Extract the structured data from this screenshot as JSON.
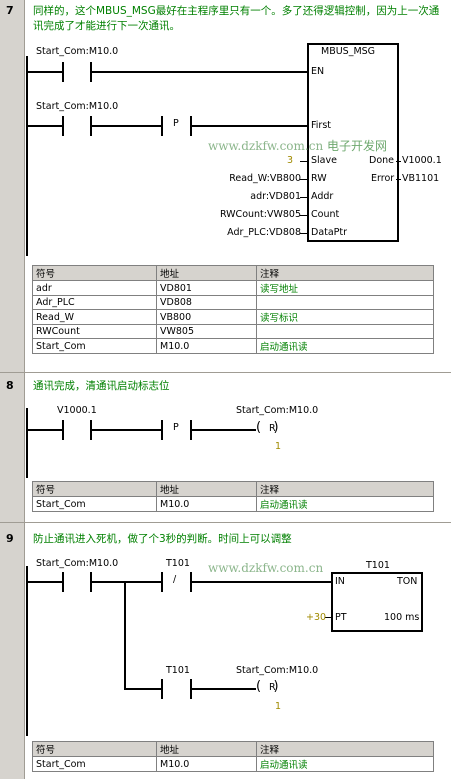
{
  "watermark": {
    "site": "www.dzkfw.com.cn",
    "brand": "电子开发网",
    "site2": "www.dzkfw.com.cn"
  },
  "table_header": {
    "symbol": "符号",
    "address": "地址",
    "comment": "注释"
  },
  "network7": {
    "number": "7",
    "comment": "同样的，这个MBUS_MSG最好在主程序里只有一个。多了还得逻辑控制，因为上一次通讯完成了才能进行下一次通讯。",
    "contact1": "Start_Com:M10.0",
    "contact2": "Start_Com:M10.0",
    "p_label": "P",
    "block": {
      "title": "MBUS_MSG",
      "en": "EN",
      "first": "First",
      "slave": "Slave",
      "rw": "RW",
      "addr": "Addr",
      "count": "Count",
      "dataptr": "DataPtr",
      "done": "Done",
      "error": "Error",
      "slave_val": "3",
      "rw_val": "Read_W:VB800",
      "addr_val": "adr:VD801",
      "count_val": "RWCount:VW805",
      "dataptr_val": "Adr_PLC:VD808",
      "done_val": "V1000.1",
      "error_val": "VB1101"
    },
    "symbols": [
      {
        "symbol": "adr",
        "address": "VD801",
        "comment": "读写地址"
      },
      {
        "symbol": "Adr_PLC",
        "address": "VD808",
        "comment": ""
      },
      {
        "symbol": "Read_W",
        "address": "VB800",
        "comment": "读写标识"
      },
      {
        "symbol": "RWCount",
        "address": "VW805",
        "comment": ""
      },
      {
        "symbol": "Start_Com",
        "address": "M10.0",
        "comment": "启动通讯读"
      }
    ]
  },
  "network8": {
    "number": "8",
    "comment": "通讯完成，清通讯启动标志位",
    "contact": "V1000.1",
    "p_label": "P",
    "coil": "Start_Com:M10.0",
    "coil_type": "R",
    "coil_count": "1",
    "symbols": [
      {
        "symbol": "Start_Com",
        "address": "M10.0",
        "comment": "启动通讯读"
      }
    ]
  },
  "network9": {
    "number": "9",
    "comment": "防止通讯进入死机，做了个3秒的判断。时间上可以调整",
    "contact1": "Start_Com:M10.0",
    "contact2": "T101",
    "contact2_type": "/",
    "timer_name": "T101",
    "timer": {
      "in": "IN",
      "type": "TON",
      "pt": "PT",
      "pt_val": "+30",
      "res": "100 ms"
    },
    "contact3": "T101",
    "coil": "Start_Com:M10.0",
    "coil_type": "R",
    "coil_count": "1",
    "symbols": [
      {
        "symbol": "Start_Com",
        "address": "M10.0",
        "comment": "启动通讯读"
      }
    ]
  }
}
